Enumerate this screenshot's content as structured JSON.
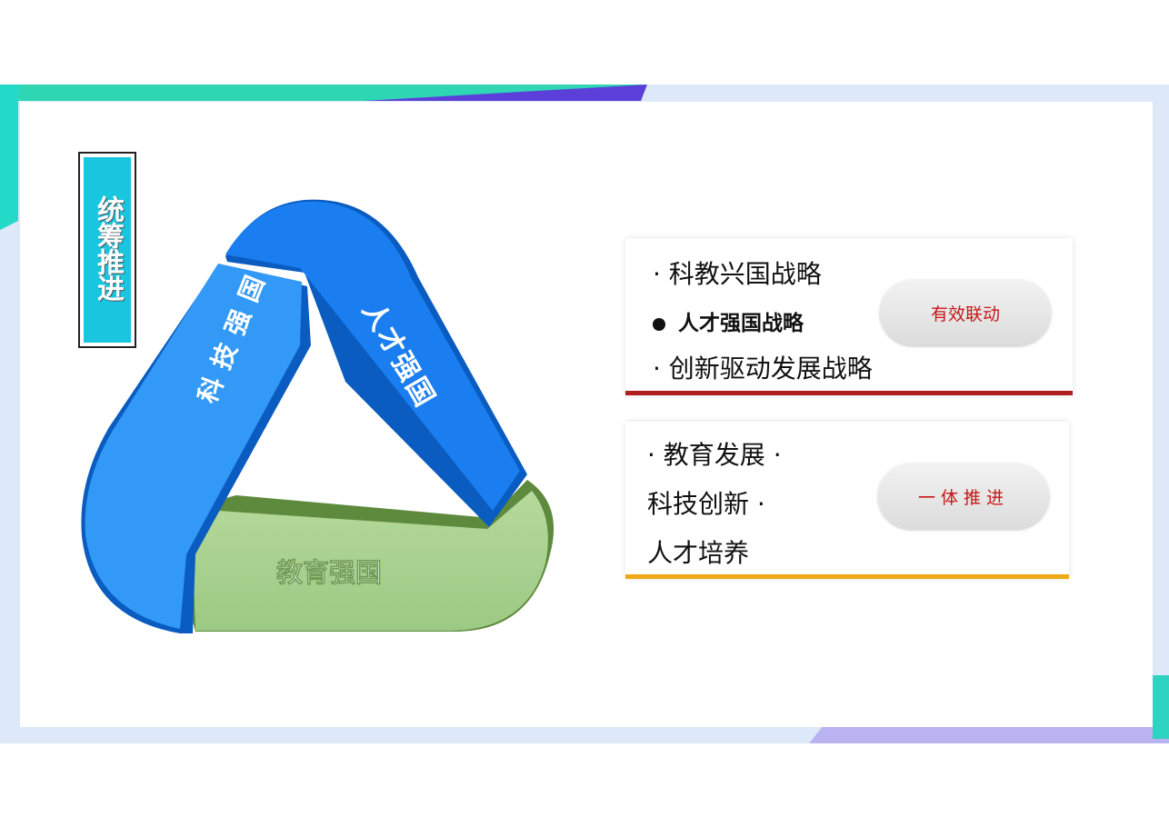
{
  "title_vertical": "统筹推进",
  "triangle": {
    "top_right_label": "人才强国",
    "left_label": "科技强国",
    "bottom_label": "教育强国",
    "colors": {
      "blue_dark": "#1a7ef0",
      "blue_light": "#3399f6",
      "green": "#a8cf8e"
    }
  },
  "card1": {
    "lines": [
      "·  科教兴国战略",
      "人才强国战略",
      "·  创新驱动发展战略"
    ],
    "pill": "有效联动",
    "accent": "#b21d1d"
  },
  "card2": {
    "text": "·   教育发展  ·   科技创新  ·   人才培养",
    "pill": "一体推进",
    "accent": "#f0a816"
  }
}
